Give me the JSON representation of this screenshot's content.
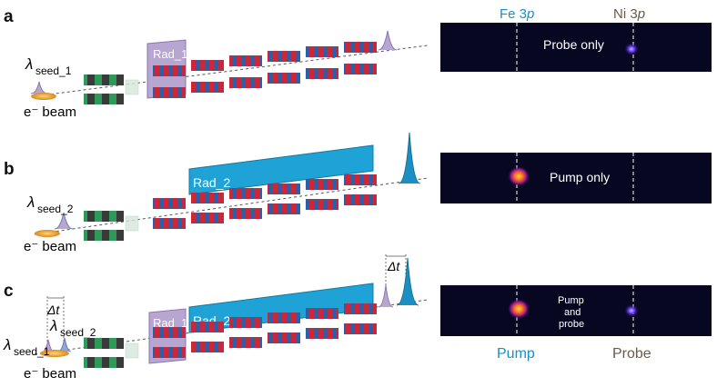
{
  "panels": [
    {
      "letter": "a",
      "seed_label_main": "λ",
      "seed_label_sub": "seed_1",
      "beam_label": "e⁻ beam",
      "radiator_label": "Rad_1",
      "detector_text": "Probe only"
    },
    {
      "letter": "b",
      "seed_label_main": "λ",
      "seed_label_sub": "seed_2",
      "beam_label": "e⁻ beam",
      "radiator_label": "Rad_2",
      "detector_text": "Pump only"
    },
    {
      "letter": "c",
      "seed1_main": "λ",
      "seed1_sub": "seed_1",
      "seed2_main": "λ",
      "seed2_sub": "seed_2",
      "beam_label": "e⁻ beam",
      "radiator1_label": "Rad_1",
      "radiator2_label": "Rad_2",
      "delay_label_left": "Δt",
      "delay_label_right": "Δt",
      "detector_line1": "Pump",
      "detector_line2": "and",
      "detector_line3": "probe"
    }
  ],
  "edges": {
    "fe": "Fe 3",
    "fe_italic": "p",
    "ni": "Ni 3",
    "ni_italic": "p"
  },
  "bottom_labels": {
    "pump": "Pump",
    "probe": "Probe"
  },
  "colors": {
    "rad1": "#b7a6cf",
    "rad2": "#1fa3d6",
    "magnet_red": "#c8283a",
    "magnet_blue": "#2d5fa8",
    "modulator_green": "#2e9a5a",
    "detector_bg": "#070722",
    "pump_color": "#1b8fc2",
    "probe_color": "#6b5a4a"
  }
}
